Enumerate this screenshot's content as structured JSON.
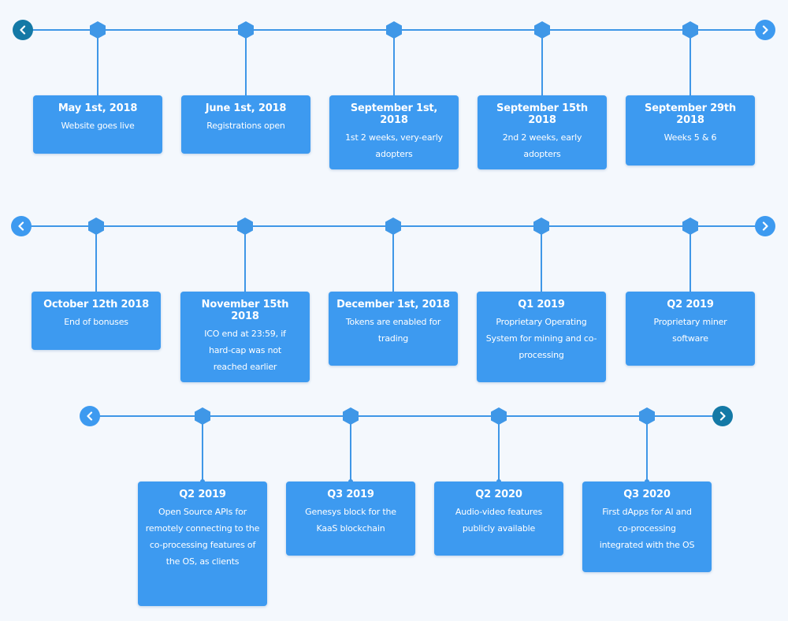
{
  "colors": {
    "background": "#f4f8fd",
    "card": "#3d9af0",
    "line": "#3f97e7",
    "nav_dark": "#1479a6",
    "nav_light": "#3d9af0",
    "text": "#ffffff"
  },
  "icons": {
    "prev": "chevron-left-icon",
    "next": "chevron-right-icon",
    "node": "hexagon-icon"
  },
  "timeline": [
    {
      "items": [
        {
          "date": "May 1st, 2018",
          "description": "Website goes live"
        },
        {
          "date": "June 1st, 2018",
          "description": "Registrations open"
        },
        {
          "date": "September 1st, 2018",
          "description": "1st 2 weeks, very-early adopters"
        },
        {
          "date": "September 15th 2018",
          "description": "2nd 2 weeks, early adopters"
        },
        {
          "date": "September 29th 2018",
          "description": "Weeks 5 & 6"
        }
      ]
    },
    {
      "items": [
        {
          "date": "October 12th 2018",
          "description": "End of bonuses"
        },
        {
          "date": "November 15th 2018",
          "description": "ICO end at 23:59, if hard-cap was not reached earlier"
        },
        {
          "date": "December 1st, 2018",
          "description": "Tokens are enabled for trading"
        },
        {
          "date": "Q1 2019",
          "description": "Proprietary Operating System for mining and co-processing"
        },
        {
          "date": "Q2 2019",
          "description": "Proprietary miner software"
        }
      ]
    },
    {
      "items": [
        {
          "date": "Q2 2019",
          "description": "Open Source APIs for remotely connecting to the co-processing features of the OS, as clients"
        },
        {
          "date": "Q3 2019",
          "description": "Genesys block for the KaaS blockchain"
        },
        {
          "date": "Q2 2020",
          "description": "Audio-video features publicly available"
        },
        {
          "date": "Q3 2020",
          "description": "First dApps for AI and co-processing integrated with the OS"
        }
      ]
    }
  ]
}
